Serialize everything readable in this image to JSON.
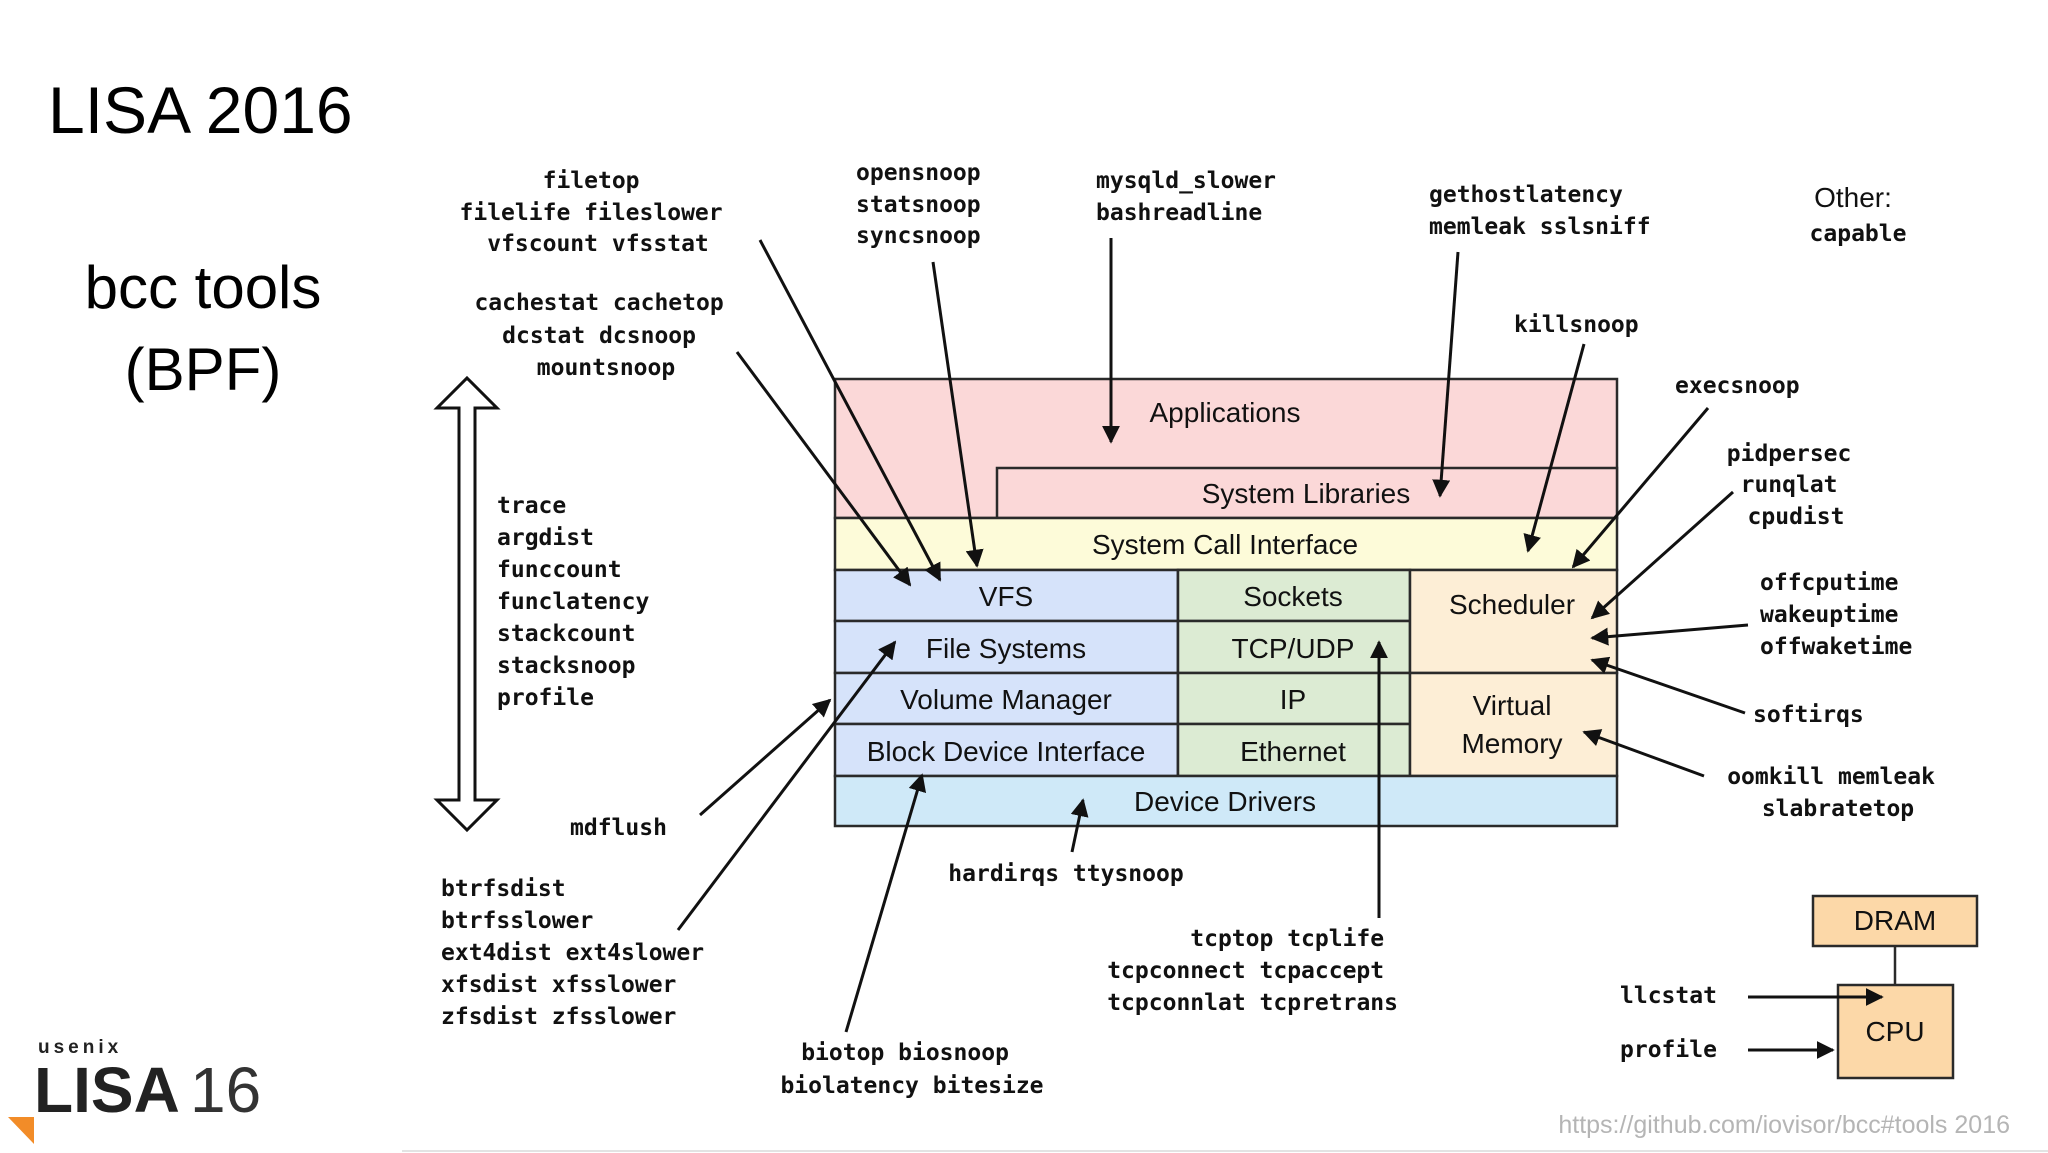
{
  "slide": {
    "title": "LISA 2016",
    "subtitle_line1": "bcc tools",
    "subtitle_line2": "(BPF)",
    "source_url": "https://github.com/iovisor/bcc#tools 2016"
  },
  "logo": {
    "brand": "usenix",
    "event": "LISA",
    "year": "16",
    "accent_color": "#f28c28"
  },
  "colors": {
    "applications": "#fbd8d8",
    "syscall": "#fdfbd9",
    "fs_stack": "#d6e3fa",
    "net_stack": "#dcebd3",
    "scheduler": "#fdeed6",
    "drivers": "#cfe9f8",
    "hardware": "#fcd8a8"
  },
  "stack": {
    "applications": "Applications",
    "system_libraries": "System Libraries",
    "system_call_interface": "System Call Interface",
    "vfs": "VFS",
    "file_systems": "File Systems",
    "volume_manager": "Volume Manager",
    "block_device_interface": "Block Device Interface",
    "sockets": "Sockets",
    "tcp_udp": "TCP/UDP",
    "ip": "IP",
    "ethernet": "Ethernet",
    "scheduler": "Scheduler",
    "virtual_memory_line1": "Virtual",
    "virtual_memory_line2": "Memory",
    "device_drivers": "Device Drivers"
  },
  "hardware": {
    "dram": "DRAM",
    "cpu": "CPU"
  },
  "tool_groups": {
    "filetop": [
      "filetop",
      "filelife fileslower",
      "vfscount vfsstat"
    ],
    "cachestat": [
      "cachestat cachetop",
      "dcstat dcsnoop",
      "mountsnoop"
    ],
    "opensnoop": [
      "opensnoop",
      "statsnoop",
      "syncsnoop"
    ],
    "mysqld": [
      "mysqld_slower",
      "bashreadline"
    ],
    "gethost": [
      "gethostlatency",
      "memleak sslsniff"
    ],
    "other_label": "Other:",
    "other_tool": "capable",
    "killsnoop": "killsnoop",
    "execsnoop": "execsnoop",
    "pidpersec": [
      "pidpersec",
      "runqlat",
      "cpudist"
    ],
    "offcpu": [
      "offcputime",
      "wakeuptime",
      "offwaketime"
    ],
    "softirqs": "softirqs",
    "oomkill": [
      "oomkill memleak",
      "slabratetop"
    ],
    "trace": [
      "trace",
      "argdist",
      "funccount",
      "funclatency",
      "stackcount",
      "stacksnoop",
      "profile"
    ],
    "mdflush": "mdflush",
    "btrfs": [
      "btrfsdist",
      "btrfsslower",
      "ext4dist ext4slower",
      "xfsdist xfsslower",
      "zfsdist zfsslower"
    ],
    "hardirqs": "hardirqs ttysnoop",
    "biotop": [
      "biotop biosnoop",
      "biolatency bitesize"
    ],
    "tcptop": [
      "tcptop tcplife",
      "tcpconnect tcpaccept",
      "tcpconnlat tcpretrans"
    ],
    "llcstat": "llcstat",
    "profile_cpu": "profile"
  }
}
